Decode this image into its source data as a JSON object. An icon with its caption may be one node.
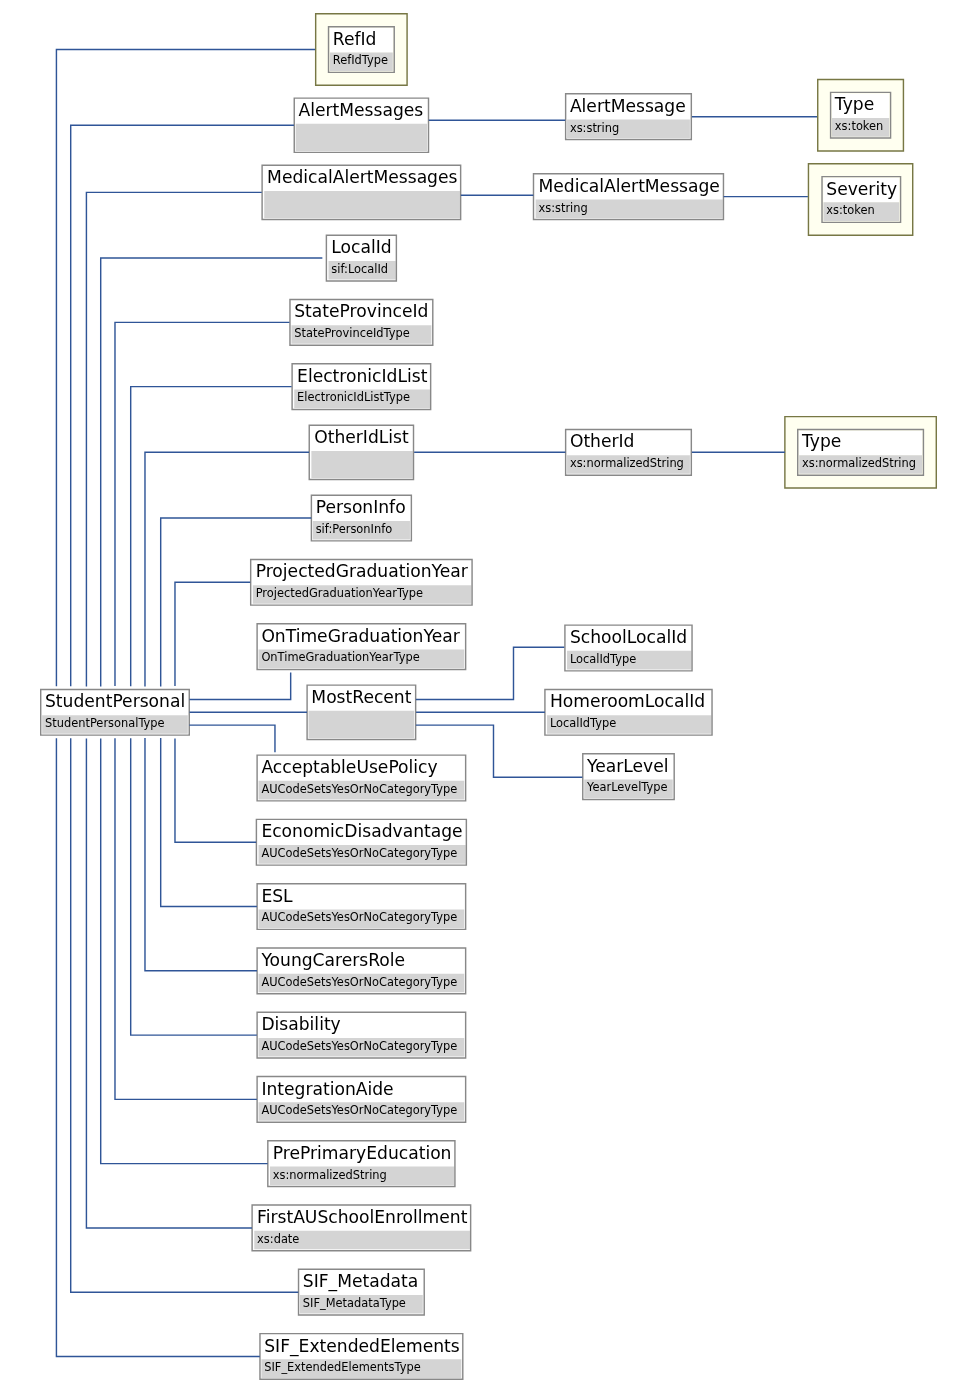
{
  "diagram": {
    "nodes": [
      {
        "text": [
          "StudentPersonal",
          "StudentPersonalType"
        ]
      },
      {
        "text": [
          "RefId",
          "RefIdType"
        ]
      },
      {
        "text": [
          "AlertMessages"
        ]
      },
      {
        "text": [
          "AlertMessage",
          "xs:string"
        ]
      },
      {
        "text": [
          "Type",
          "xs:token"
        ]
      },
      {
        "text": [
          "MedicalAlertMessages"
        ]
      },
      {
        "text": [
          "MedicalAlertMessage",
          "xs:string"
        ]
      },
      {
        "text": [
          "Severity",
          "xs:token"
        ]
      },
      {
        "text": [
          "LocalId",
          "sif:LocalId"
        ]
      },
      {
        "text": [
          "StateProvinceId",
          "StateProvinceIdType"
        ]
      },
      {
        "text": [
          "ElectronicIdList",
          "ElectronicIdListType"
        ]
      },
      {
        "text": [
          "OtherIdList"
        ]
      },
      {
        "text": [
          "OtherId",
          "xs:normalizedString"
        ]
      },
      {
        "text": [
          "Type",
          "xs:normalizedString"
        ]
      },
      {
        "text": [
          "PersonInfo",
          "sif:PersonInfo"
        ]
      },
      {
        "text": [
          "ProjectedGraduationYear",
          "ProjectedGraduationYearType"
        ]
      },
      {
        "text": [
          "OnTimeGraduationYear",
          "OnTimeGraduationYearType"
        ]
      },
      {
        "text": [
          "MostRecent"
        ]
      },
      {
        "text": [
          "SchoolLocalId",
          "LocalIdType"
        ]
      },
      {
        "text": [
          "HomeroomLocalId",
          "LocalIdType"
        ]
      },
      {
        "text": [
          "YearLevel",
          "YearLevelType"
        ]
      },
      {
        "text": [
          "AcceptableUsePolicy",
          "AUCodeSetsYesOrNoCategoryType"
        ]
      },
      {
        "text": [
          "EconomicDisadvantage",
          "AUCodeSetsYesOrNoCategoryType"
        ]
      },
      {
        "text": [
          "ESL",
          "AUCodeSetsYesOrNoCategoryType"
        ]
      },
      {
        "text": [
          "YoungCarersRole",
          "AUCodeSetsYesOrNoCategoryType"
        ]
      },
      {
        "text": [
          "Disability",
          "AUCodeSetsYesOrNoCategoryType"
        ]
      },
      {
        "text": [
          "IntegrationAide",
          "AUCodeSetsYesOrNoCategoryType"
        ]
      },
      {
        "text": [
          "PrePrimaryEducation",
          "xs:normalizedString"
        ]
      },
      {
        "text": [
          "FirstAUSchoolEnrollment",
          "xs:date"
        ]
      },
      {
        "text": [
          "SIF_Metadata",
          "SIF_MetadataType"
        ]
      },
      {
        "text": [
          "SIF_ExtendedElements",
          "SIF_ExtendedElementsType"
        ]
      }
    ],
    "edges": [
      {
        "from": 0,
        "to": 1,
        "arrow": "none"
      },
      {
        "from": 0,
        "to": 2,
        "arrow": "none"
      },
      {
        "from": 2,
        "to": 3,
        "arrow": "none"
      },
      {
        "from": 3,
        "to": 4,
        "arrow": "none"
      },
      {
        "from": 0,
        "to": 5,
        "arrow": "none"
      },
      {
        "from": 5,
        "to": 6,
        "arrow": "none"
      },
      {
        "from": 6,
        "to": 7,
        "arrow": "none"
      },
      {
        "from": 0,
        "to": 8,
        "arrow": "none"
      },
      {
        "from": 0,
        "to": 9,
        "arrow": "none"
      },
      {
        "from": 0,
        "to": 10,
        "arrow": "none"
      },
      {
        "from": 0,
        "to": 11,
        "arrow": "none"
      },
      {
        "from": 11,
        "to": 12,
        "arrow": "none"
      },
      {
        "from": 12,
        "to": 13,
        "arrow": "none"
      },
      {
        "from": 0,
        "to": 14,
        "arrow": "none"
      },
      {
        "from": 0,
        "to": 15,
        "arrow": "none"
      },
      {
        "from": 0,
        "to": 16,
        "arrow": "none"
      },
      {
        "from": 0,
        "to": 17,
        "arrow": "none"
      },
      {
        "from": 17,
        "to": 18,
        "arrow": "none"
      },
      {
        "from": 17,
        "to": 19,
        "arrow": "none"
      },
      {
        "from": 17,
        "to": 20,
        "arrow": "none"
      },
      {
        "from": 0,
        "to": 21,
        "arrow": "none"
      },
      {
        "from": 0,
        "to": 22,
        "arrow": "none"
      },
      {
        "from": 0,
        "to": 23,
        "arrow": "none"
      },
      {
        "from": 0,
        "to": 24,
        "arrow": "none"
      },
      {
        "from": 0,
        "to": 25,
        "arrow": "none"
      },
      {
        "from": 0,
        "to": 26,
        "arrow": "none"
      },
      {
        "from": 0,
        "to": 27,
        "arrow": "none"
      },
      {
        "from": 0,
        "to": 28,
        "arrow": "none"
      },
      {
        "from": 0,
        "to": 29,
        "arrow": "none"
      },
      {
        "from": 0,
        "to": 30,
        "arrow": "none"
      }
    ]
  }
}
